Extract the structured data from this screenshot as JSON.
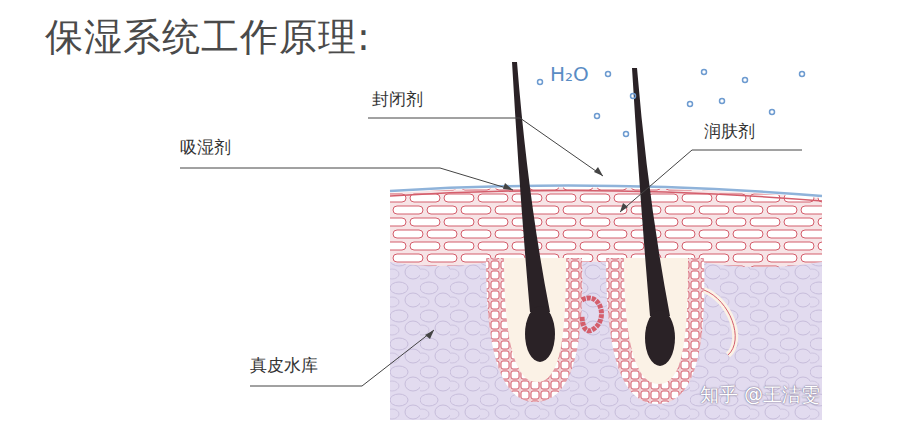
{
  "diagram": {
    "title": "保湿系统工作原理:",
    "labels": [
      "封闭剂",
      "吸湿剂",
      "润肤剂",
      "H₂O",
      "真皮水库",
      "知乎 @王洁雯"
    ]
  }
}
